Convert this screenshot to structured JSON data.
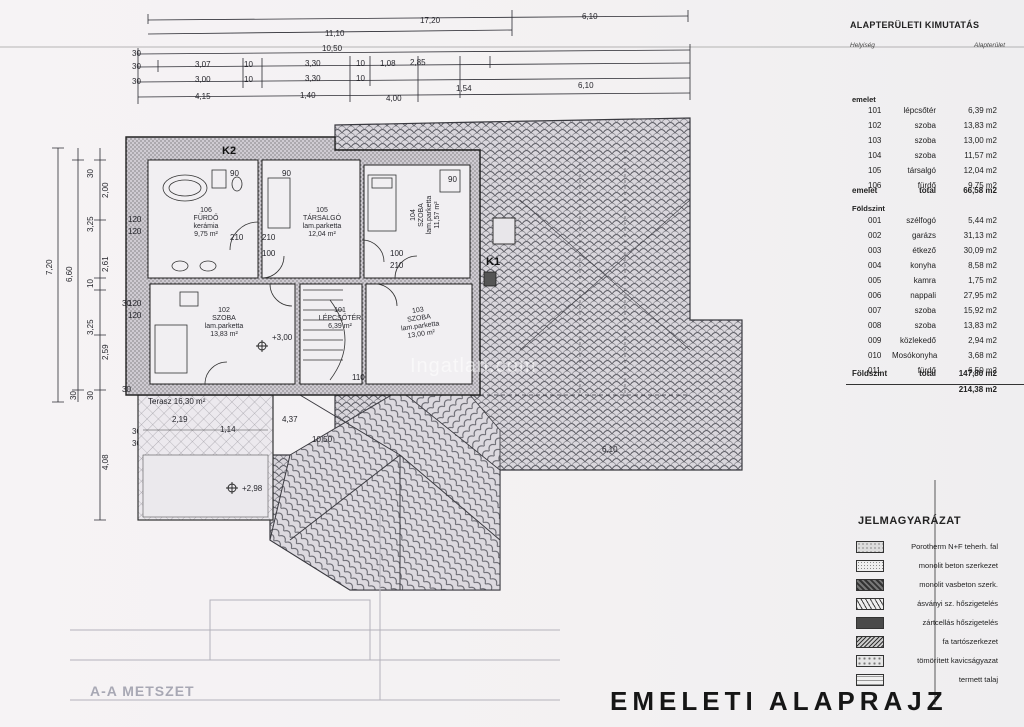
{
  "top_dims": {
    "r1": [
      "17,20",
      "6,10"
    ],
    "r2": [
      "11,10"
    ],
    "r3": [
      "30",
      "10,50"
    ],
    "r4": [
      "30",
      "3,07",
      "10",
      "3,30",
      "10",
      "1,08",
      "2,85"
    ],
    "r5": [
      "30",
      "3,00",
      "10",
      "3,30",
      "10"
    ],
    "r6": [
      "4,15",
      "1,40",
      "4,00",
      "1,54",
      "6,10"
    ]
  },
  "left_dims": {
    "outer": [
      "7,20"
    ],
    "mid": [
      "6,60",
      "4,08"
    ],
    "inner": [
      "30",
      "2,00",
      "3,25",
      "2,61",
      "10",
      "3,25",
      "2,59",
      "30",
      "30",
      "30",
      "30"
    ]
  },
  "markers": {
    "k1": "K1",
    "k2": "K2"
  },
  "rooms": [
    {
      "code": "106",
      "name": "FÜRDŐ",
      "finish": "kerámia",
      "area": "9,75 m²"
    },
    {
      "code": "105",
      "name": "TÁRSALGÓ",
      "finish": "lam.parketta",
      "area": "12,04 m²"
    },
    {
      "code": "104",
      "name": "SZOBA",
      "finish": "lam.parketta",
      "area": "11,57 m²"
    },
    {
      "code": "102",
      "name": "SZOBA",
      "finish": "lam.parketta",
      "area": "13,83 m²"
    },
    {
      "code": "101",
      "name": "LÉPCSŐTÉR",
      "finish": "",
      "area": "6,39 m²"
    },
    {
      "code": "103",
      "name": "SZOBA",
      "finish": "lam.parketta",
      "area": "13,00 m²"
    }
  ],
  "plan_labels": {
    "level_mark_1": "+3,00",
    "level_mark_2": "+2,98",
    "terrace": "Terasz 16,30 m²",
    "small_dims": [
      "90",
      "90",
      "90",
      "120",
      "120",
      "210",
      "210",
      "100",
      "100",
      "210",
      "120",
      "120",
      "110",
      "4,37",
      "10,50",
      "2,19",
      "1,14",
      "6,10",
      "30",
      "30"
    ]
  },
  "area_table": {
    "title": "ALAPTERÜLETI KIMUTATÁS",
    "col_place": "Helyiség",
    "col_area": "Alapterület",
    "upper_label": "emelet",
    "upper_rows": [
      {
        "code": "101",
        "name": "lépcsőtér",
        "area": "6,39 m2"
      },
      {
        "code": "102",
        "name": "szoba",
        "area": "13,83 m2"
      },
      {
        "code": "103",
        "name": "szoba",
        "area": "13,00 m2"
      },
      {
        "code": "104",
        "name": "szoba",
        "area": "11,57 m2"
      },
      {
        "code": "105",
        "name": "társalgó",
        "area": "12,04 m2"
      },
      {
        "code": "106",
        "name": "fürdő",
        "area": "9,75 m2"
      }
    ],
    "upper_total_label": "emelet",
    "upper_total_word": "total",
    "upper_total": "66,58 m2",
    "ground_label": "Földszint",
    "ground_rows": [
      {
        "code": "001",
        "name": "szélfogó",
        "area": "5,44 m2"
      },
      {
        "code": "002",
        "name": "garázs",
        "area": "31,13 m2"
      },
      {
        "code": "003",
        "name": "étkező",
        "area": "30,09 m2"
      },
      {
        "code": "004",
        "name": "konyha",
        "area": "8,58 m2"
      },
      {
        "code": "005",
        "name": "kamra",
        "area": "1,75 m2"
      },
      {
        "code": "006",
        "name": "nappali",
        "area": "27,95 m2"
      },
      {
        "code": "007",
        "name": "szoba",
        "area": "15,92 m2"
      },
      {
        "code": "008",
        "name": "szoba",
        "area": "13,83 m2"
      },
      {
        "code": "009",
        "name": "közlekedő",
        "area": "2,94 m2"
      },
      {
        "code": "010",
        "name": "Mosókonyha",
        "area": "3,68 m2"
      },
      {
        "code": "011",
        "name": "fürdő",
        "area": "6,50 m2"
      }
    ],
    "ground_total_label": "Földszint",
    "ground_total_word": "total",
    "ground_total": "147,80 m2",
    "grand_total": "214,38 m2"
  },
  "legend": {
    "title": "JELMAGYARÁZAT",
    "items": [
      {
        "label": "Porotherm N+F teherh. fal",
        "icon": "dotted-swatch"
      },
      {
        "label": "monolit beton szerkezet",
        "icon": "speckled-swatch"
      },
      {
        "label": "monolit vasbeton szerk.",
        "icon": "dark-hatch-swatch"
      },
      {
        "label": "ásványi sz. hőszigetelés",
        "icon": "zigzag-swatch"
      },
      {
        "label": "zártcellás hőszigetelés",
        "icon": "solid-dark-swatch"
      },
      {
        "label": "fa tartószerkezet",
        "icon": "diagonal-swatch"
      },
      {
        "label": "tömörített kavicságyazat",
        "icon": "gravel-swatch"
      },
      {
        "label": "termett talaj",
        "icon": "soil-swatch"
      }
    ]
  },
  "main_title": "EMELETI ALAPRAJZ",
  "section_label": "A-A METSZET",
  "watermark": "Ingatlan.com"
}
